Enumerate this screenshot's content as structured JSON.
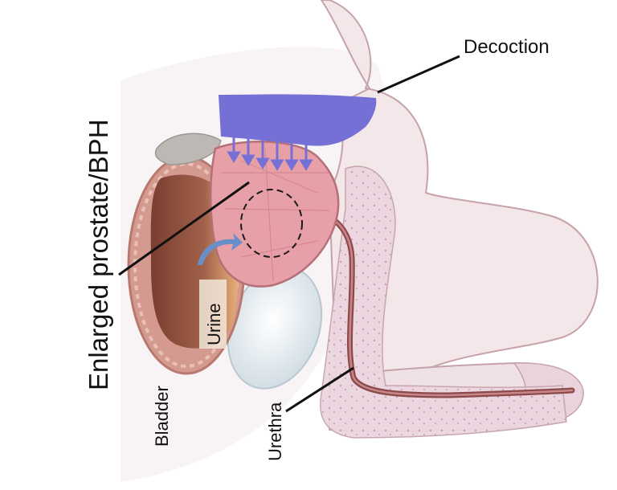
{
  "labels": {
    "decoction": "Decoction",
    "enlarged_prostate": "Enlarged prostate/BPH",
    "urine": "Urine",
    "bladder": "Bladder",
    "urethra": "Urethra"
  },
  "colors": {
    "decoction": "#7570d6",
    "prostate": "#e8a0a8",
    "bladder_wall": "#c98f86",
    "bladder_lumen": "#8a4b3a",
    "urethra": "#8c4a4a",
    "soft_tissue": "#f3e7ea",
    "outline": "#c6a2a9"
  }
}
